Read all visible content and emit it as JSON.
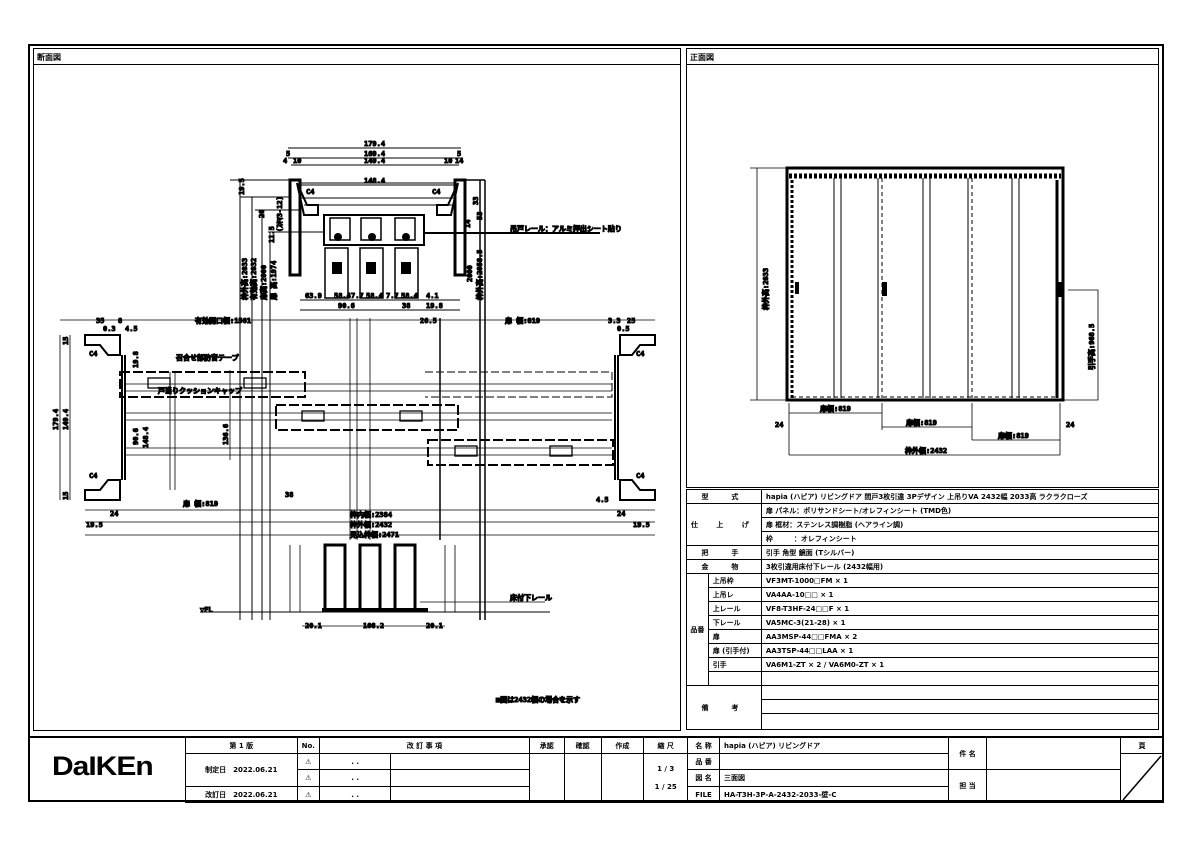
{
  "panels": {
    "section_title": "断面図",
    "front_title": "正面図"
  },
  "section_dims": {
    "top": [
      "179.4",
      "169.4",
      "149.4",
      "148.4",
      "5",
      "5",
      "4",
      "10",
      "10",
      "14"
    ],
    "c4": "C4",
    "left_v": [
      "19.5",
      "20",
      "11.5",
      "(ｽｷﾏ3-12)",
      "枠外高:2033",
      "有効高:2032",
      "扉高:2000",
      "扉 高:1974"
    ],
    "right_v": [
      "33",
      "14",
      "53",
      "2000",
      "枠外高:2058.5"
    ],
    "bottom_h": [
      "63.9",
      "58.4",
      "7.7",
      "58.4",
      "7.7",
      "58.4",
      "4.1",
      "90.6",
      "38",
      "19.8"
    ],
    "callout_rail": "吊戸レール：アルミ押出シート貼り",
    "plan_top": [
      "35",
      "8",
      "0.3",
      "4.5",
      "有効開口幅:1561",
      "26.5",
      "扉 幅:819",
      "3.3",
      "0.5",
      "25"
    ],
    "plan_left": [
      "15",
      "179.4",
      "149.4",
      "15",
      "19.8",
      "90.6",
      "148.4",
      "136.6"
    ],
    "plan_notes": [
      "召合せ部防音テープ",
      "戸当りクッションキャップ"
    ],
    "plan_bottom": [
      "扉 幅:819",
      "38",
      "4.5",
      "24",
      "24",
      "枠内幅:2384",
      "枠外幅:2432",
      "19.5",
      "19.5",
      "見込枠幅:2471"
    ],
    "floor": [
      "▽FL",
      "20.1",
      "108.2",
      "20.1",
      "床付下レール"
    ],
    "note": "■図は2432幅の場合を示す"
  },
  "front_dims": {
    "height": "枠外高:2033",
    "pull_height": "引手高:968.5",
    "door_widths": [
      "扉幅:819",
      "扉幅:819",
      "扉幅:819"
    ],
    "side": [
      "24",
      "24"
    ],
    "width": "枠外幅:2432"
  },
  "spec": {
    "model_label": "型　式",
    "model": "hapia (ハピア) リビングドア 間戸3枚引違 3Pデザイン 上吊りVA 2432幅 2033高 ラクラクローズ",
    "finish_label": "仕 上 げ",
    "finish": [
      "扉 パネル：ポリサンドシート/オレフィンシート (TMD色)",
      "扉 框材：ステンレス調樹脂 (ヘアライン調)",
      "枠　　　：オレフィンシート"
    ],
    "handle_label": "把　手",
    "handle": "引手 角型 鏡面 (Tシルバー)",
    "hardware_label": "金　物",
    "hardware": "3枚引違用床付下レール (2432幅用)",
    "parts_label": "品番",
    "parts": [
      {
        "name": "上吊枠",
        "code": "VF3MT-1000□FM × 1"
      },
      {
        "name": "上吊レ",
        "code": "VA4AA-10□□ × 1"
      },
      {
        "name": "上レール",
        "code": "VF8-T3HF-24□□F × 1"
      },
      {
        "name": "下レール",
        "code": "VA5MC-3(21-28) × 1"
      },
      {
        "name": "扉",
        "code": "AA3MSP-44□□FMA × 2"
      },
      {
        "name": "扉 (引手付)",
        "code": "AA3TSP-44□□LAA × 1"
      },
      {
        "name": "引手",
        "code": "VA6M1-ZT × 2 / VA6M0-ZT × 1"
      },
      {
        "name": "",
        "code": ""
      }
    ],
    "remarks_label": "備　考"
  },
  "title_block": {
    "logo": "DaIKEn",
    "edition": "第 1 版",
    "established_label": "制定日",
    "established": "2022.06.21",
    "revised_label": "改訂日",
    "revised": "2022.06.21",
    "no_label": "No.",
    "revision_label": "改 訂 事 項",
    "rev_mark": "⚠",
    "rev_date": ". .",
    "approve": "承認",
    "check": "確認",
    "create": "作成",
    "scale_label": "縮 尺",
    "scales": [
      "1 / 3",
      "1 / 25"
    ],
    "name_label": "名 称",
    "name": "hapia (ハピア) リビングドア",
    "code_label": "品 番",
    "drawing_label": "図 名",
    "drawing": "三面図",
    "file_label": "FILE",
    "file": "HA-T3H-3P-A-2432-2033-壁-C",
    "project_label": "件 名",
    "person_label": "担 当",
    "page_label": "頁"
  }
}
